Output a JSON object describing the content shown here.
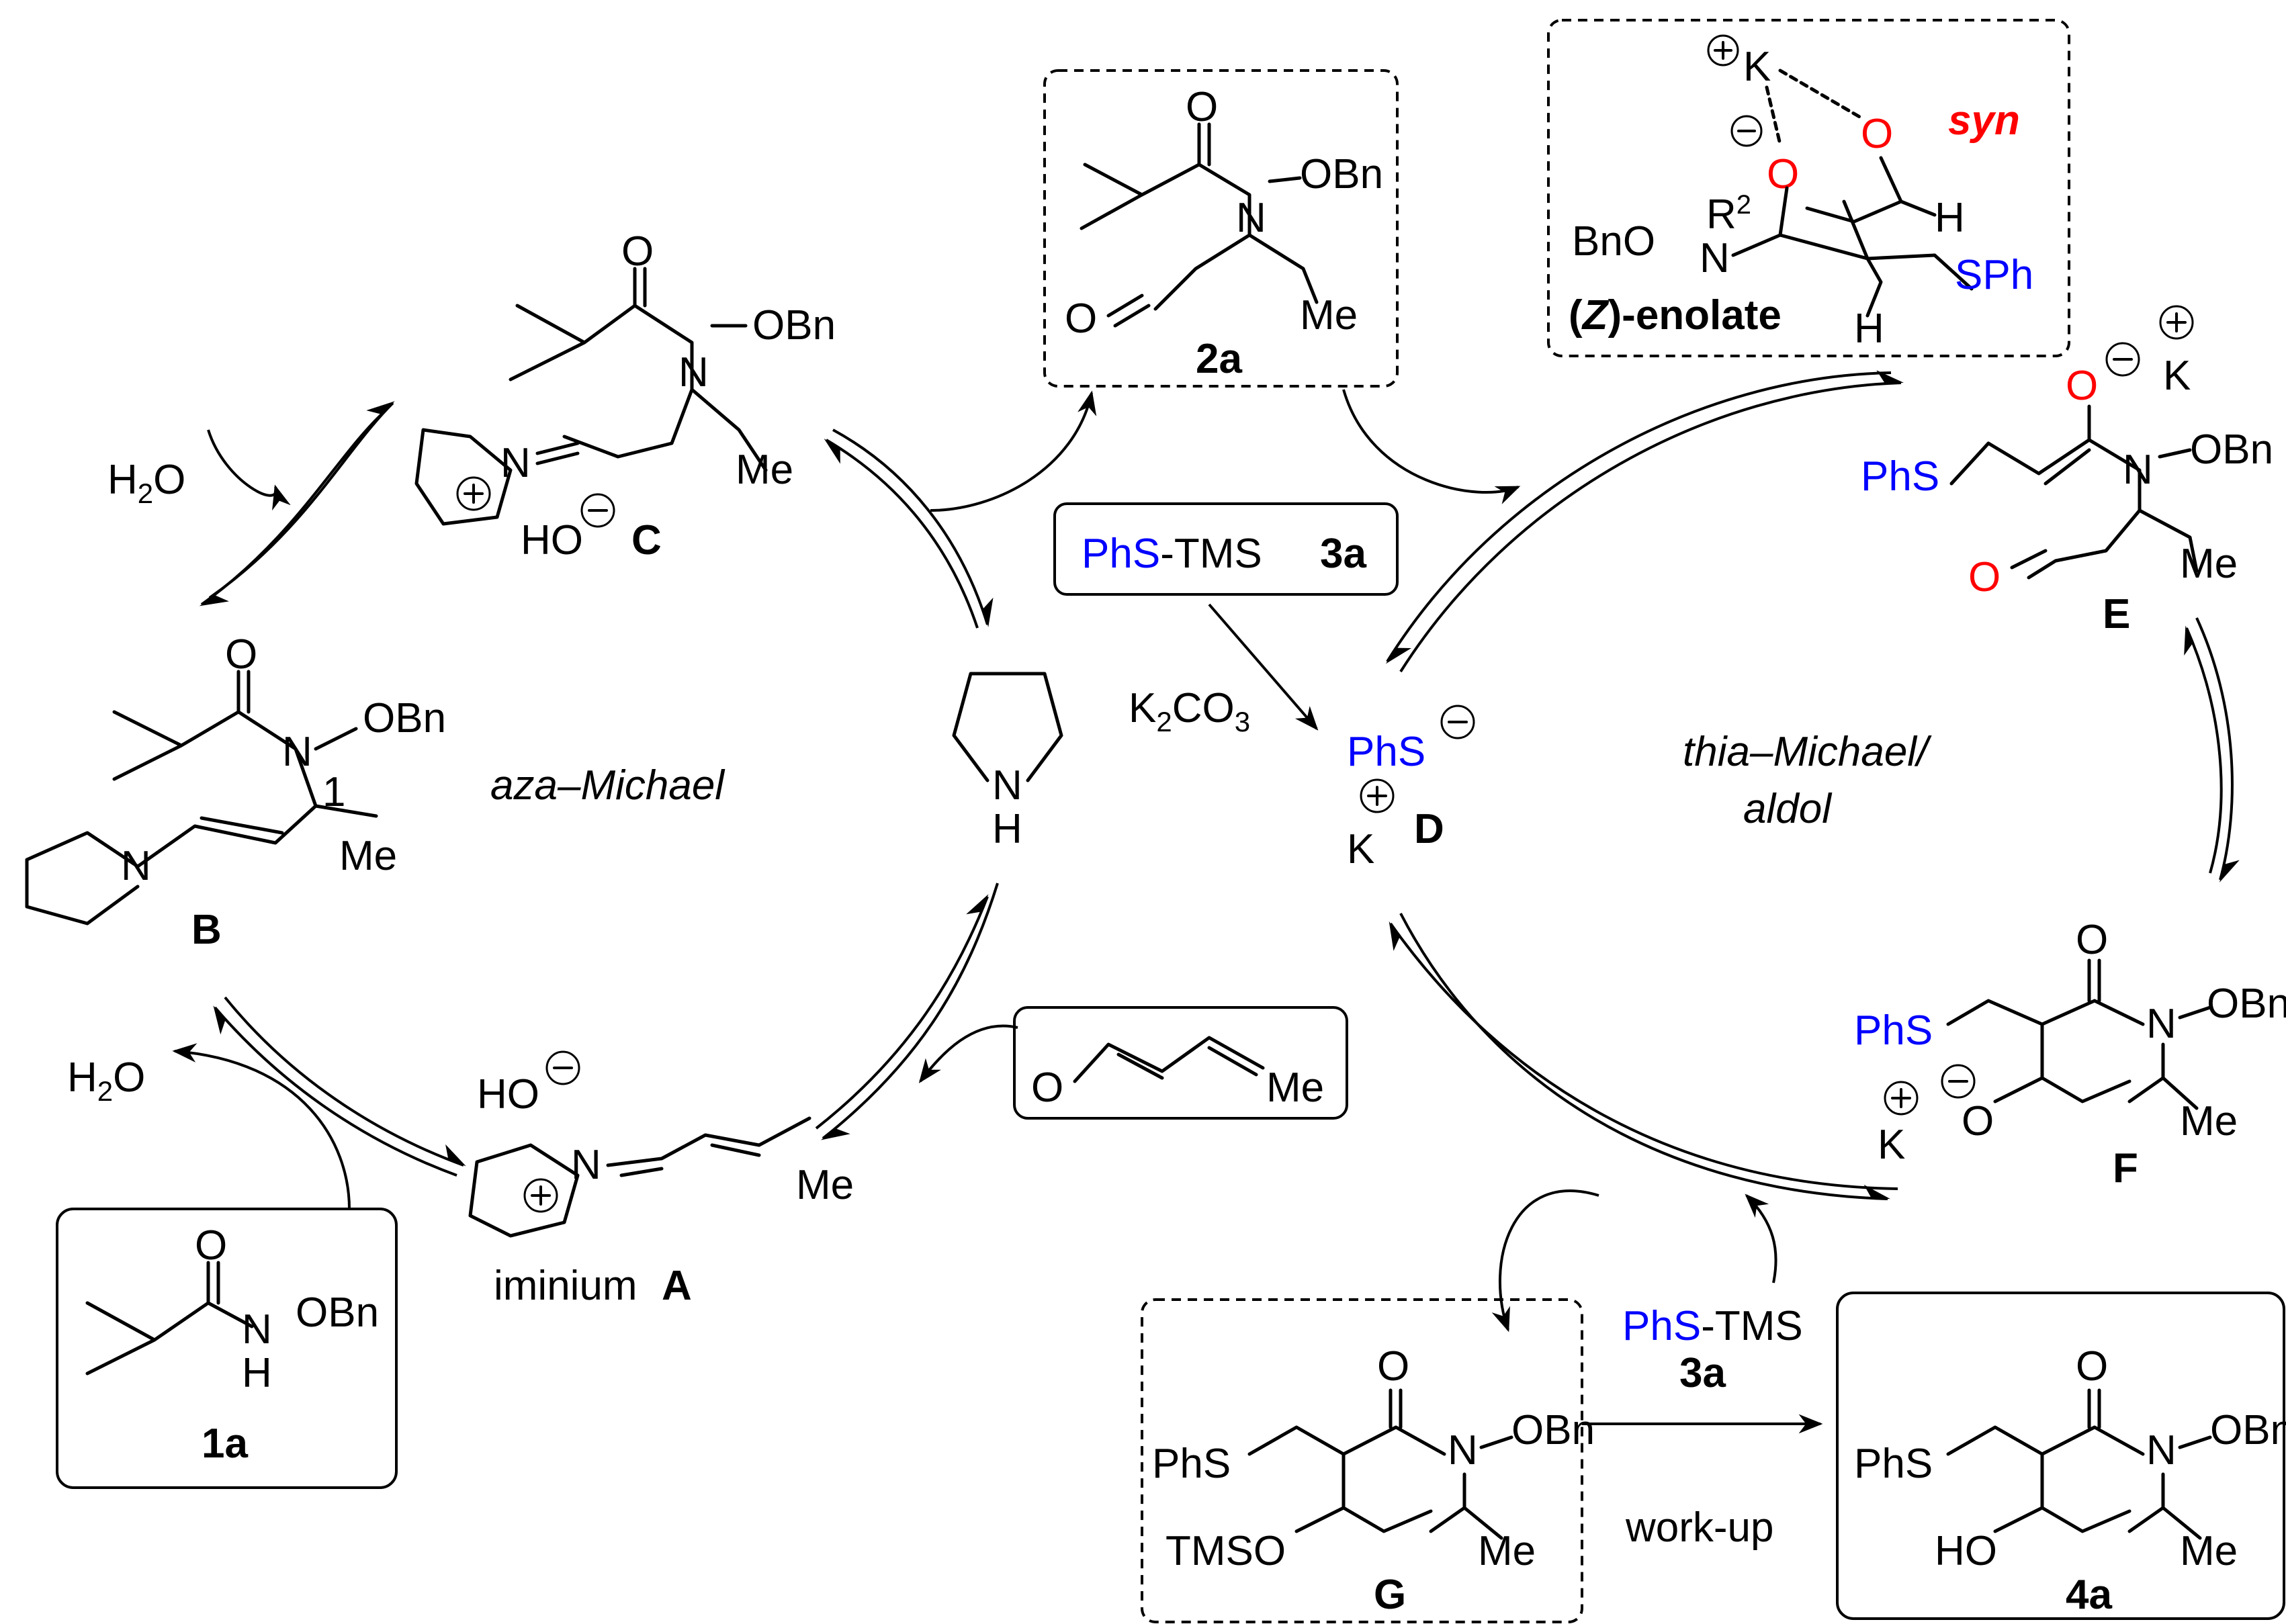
{
  "colors": {
    "blue": "#0000ff",
    "red": "#ff0000",
    "black": "#000000"
  },
  "catalyst": {
    "label": "N",
    "h": "H"
  },
  "step_labels": {
    "aza": "aza–Michael",
    "thia_line1": "thia–Michael/",
    "thia_line2": "aldol"
  },
  "reagent_3a": {
    "phs": "PhS",
    "tms": "-TMS",
    "id": "3a"
  },
  "base": {
    "text": "K",
    "sub": "2",
    "text2": "CO",
    "sub2": "3"
  },
  "thiolate_D": {
    "phs": "PhS",
    "k": "K",
    "id": "D"
  },
  "compounds": {
    "1a": {
      "obn": "OBn",
      "n": "N",
      "h": "H",
      "o": "O",
      "id": "1a"
    },
    "B": {
      "obn": "OBn",
      "n": "N",
      "o": "O",
      "num": "1",
      "me": "Me",
      "nring": "N",
      "id": "B"
    },
    "C": {
      "o": "O",
      "obn": "OBn",
      "n": "N",
      "nplus": "N",
      "me": "Me",
      "ho": "HO",
      "id": "C"
    },
    "A": {
      "ho": "HO",
      "nplus": "N",
      "me": "Me",
      "prefix": "iminium",
      "id": "A"
    },
    "2a": {
      "o": "O",
      "obn": "OBn",
      "n": "N",
      "o2": "O",
      "me": "Me",
      "id": "2a"
    },
    "crotonal": {
      "o": "O",
      "me": "Me"
    },
    "enolate": {
      "k": "K",
      "o1": "O",
      "o2": "O",
      "syn": "syn",
      "r2": "R",
      "r2sup": "2",
      "bno": "BnO",
      "n": "N",
      "h1": "H",
      "h2": "H",
      "sph": "SPh",
      "label_open": "(",
      "label_z": "Z",
      "label_rest": ")-enolate"
    },
    "E": {
      "phs": "PhS",
      "o": "O",
      "k": "K",
      "n": "N",
      "obn": "OBn",
      "o2": "O",
      "me": "Me",
      "id": "E"
    },
    "F": {
      "o": "O",
      "phs": "PhS",
      "n": "N",
      "obn": "OBn",
      "k": "K",
      "o2": "O",
      "me": "Me",
      "id": "F"
    },
    "G": {
      "o": "O",
      "phs": "PhS",
      "n": "N",
      "obn": "OBn",
      "tmso": "TMSO",
      "me": "Me",
      "id": "G"
    },
    "4a": {
      "o": "O",
      "phs": "PhS",
      "n": "N",
      "obn": "OBn",
      "ho": "HO",
      "me": "Me",
      "id": "4a"
    }
  },
  "byproducts": {
    "h2o_top": "H",
    "h2o_top_sub": "2",
    "h2o_top_o": "O",
    "h2o_bot": "H",
    "h2o_bot_sub": "2",
    "h2o_bot_o": "O"
  },
  "reagent_3a_bottom": {
    "phs": "PhS",
    "tms": "-TMS",
    "id": "3a"
  },
  "workup": "work-up"
}
